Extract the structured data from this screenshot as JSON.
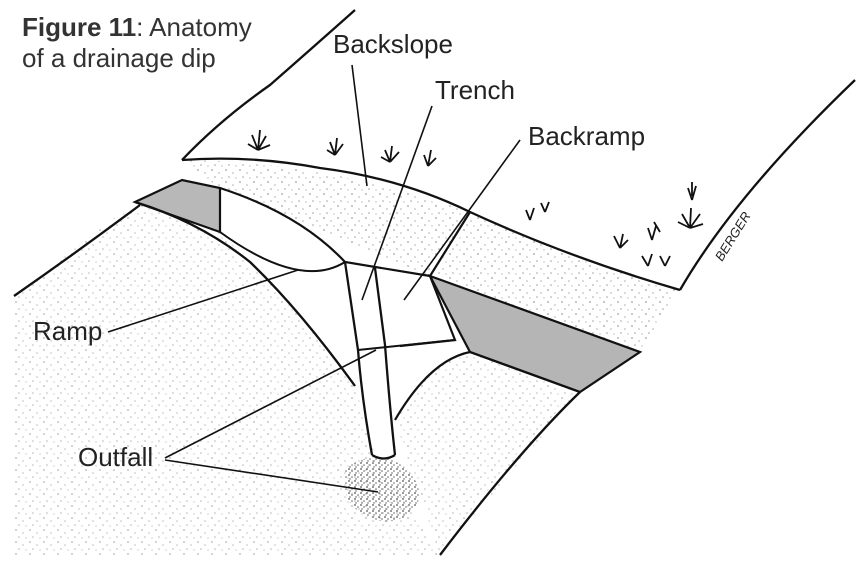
{
  "caption": {
    "figure_label": "Figure 11",
    "title_line1": ": Anatomy",
    "title_line2": "of a drainage dip"
  },
  "labels": {
    "backslope": "Backslope",
    "trench": "Trench",
    "backramp": "Backramp",
    "ramp": "Ramp",
    "outfall": "Outfall"
  },
  "signature": "BERGER",
  "colors": {
    "ink": "#111111",
    "shade": "#b5b5b5",
    "stipple": "#7a7a7a",
    "text": "#222222"
  }
}
